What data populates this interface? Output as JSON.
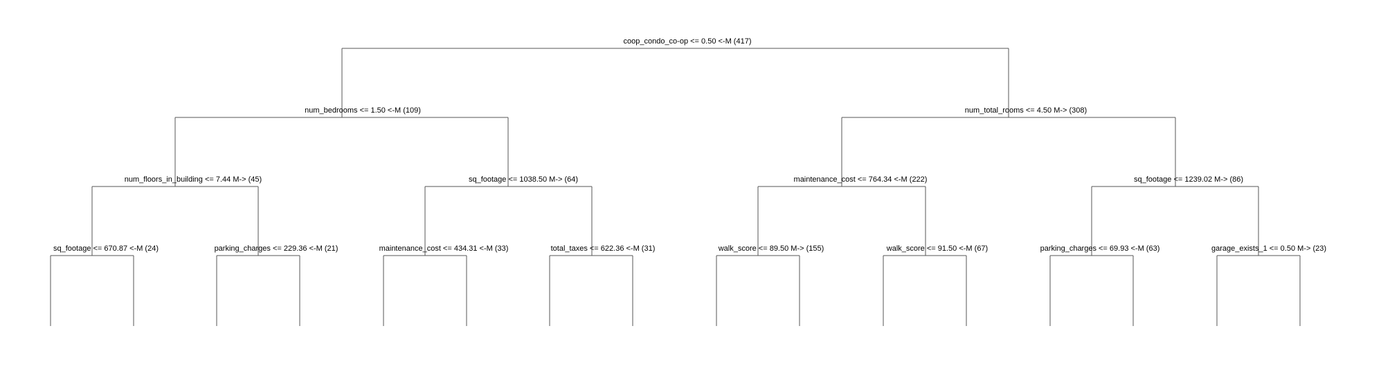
{
  "tree": {
    "nodes": [
      {
        "id": "root",
        "label": "coop_condo_co-op <= 0.50 <-M (417)",
        "children": [
          "n1",
          "n2"
        ]
      },
      {
        "id": "n1",
        "label": "num_bedrooms <= 1.50 <-M (109)",
        "children": [
          "n11",
          "n12"
        ]
      },
      {
        "id": "n2",
        "label": "num_total_rooms <= 4.50 M-> (308)",
        "children": [
          "n21",
          "n22"
        ]
      },
      {
        "id": "n11",
        "label": "num_floors_in_building <= 7.44 M-> (45)",
        "children": [
          "n111",
          "n112"
        ]
      },
      {
        "id": "n12",
        "label": "sq_footage <= 1038.50 M-> (64)",
        "children": [
          "n121",
          "n122"
        ]
      },
      {
        "id": "n21",
        "label": "maintenance_cost <= 764.34 <-M (222)",
        "children": [
          "n211",
          "n212"
        ]
      },
      {
        "id": "n22",
        "label": "sq_footage <= 1239.02 M-> (86)",
        "children": [
          "n221",
          "n222"
        ]
      },
      {
        "id": "n111",
        "label": "sq_footage <= 670.87 <-M (24)",
        "children": []
      },
      {
        "id": "n112",
        "label": "parking_charges <= 229.36 <-M (21)",
        "children": []
      },
      {
        "id": "n121",
        "label": "maintenance_cost <= 434.31 <-M (33)",
        "children": []
      },
      {
        "id": "n122",
        "label": "total_taxes <= 622.36 <-M (31)",
        "children": []
      },
      {
        "id": "n211",
        "label": "walk_score <= 89.50 M-> (155)",
        "children": []
      },
      {
        "id": "n212",
        "label": "walk_score <= 91.50 <-M (67)",
        "children": []
      },
      {
        "id": "n221",
        "label": "parking_charges <= 69.93 <-M (63)",
        "children": []
      },
      {
        "id": "n222",
        "label": "garage_exists_1 <= 0.50 M-> (23)",
        "children": []
      }
    ]
  }
}
